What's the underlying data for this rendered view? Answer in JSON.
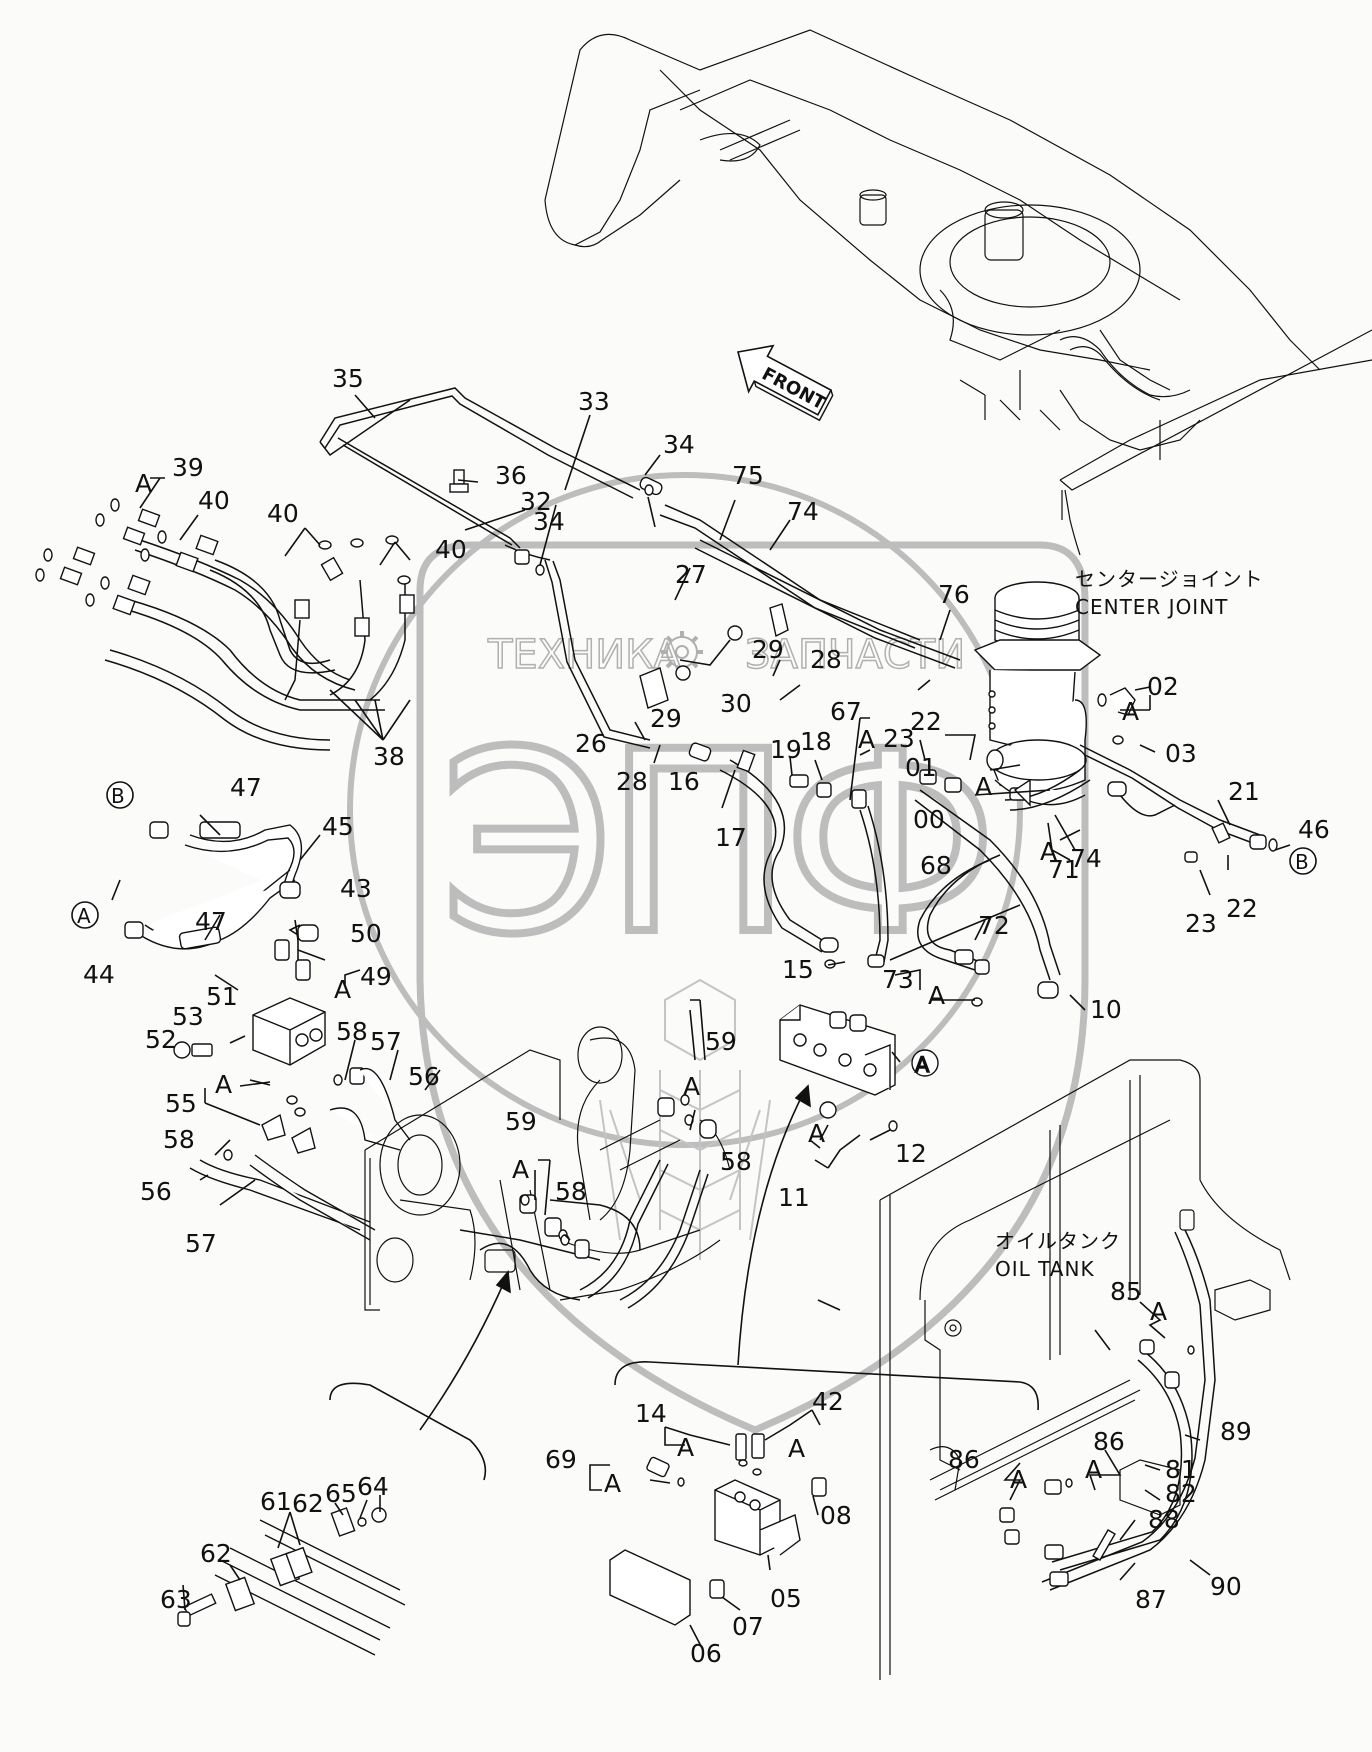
{
  "title": "Hydraulic piping — center joint / oil tank assembly",
  "watermark": {
    "left": "ТЕХНИКА",
    "right": "ЗАПЧАСТИ",
    "logo": "ЭПФ",
    "gear_icon": "gear-icon"
  },
  "annotations": {
    "front": "FRONT",
    "center_joint_jp": "センタージョイント",
    "center_joint_en": "CENTER JOINT",
    "oil_tank_jp": "オイルタンク",
    "oil_tank_en": "OIL TANK"
  },
  "connector_refs": {
    "A": "A",
    "B": "B"
  },
  "part_labels": [
    {
      "id": "p35",
      "text": "35"
    },
    {
      "id": "p33",
      "text": "33"
    },
    {
      "id": "p34a",
      "text": "34"
    },
    {
      "id": "p34b",
      "text": "34"
    },
    {
      "id": "p36",
      "text": "36"
    },
    {
      "id": "p32",
      "text": "32"
    },
    {
      "id": "p39",
      "text": "39"
    },
    {
      "id": "p39a",
      "text": "A"
    },
    {
      "id": "p40a",
      "text": "40"
    },
    {
      "id": "p40b",
      "text": "40"
    },
    {
      "id": "p40c",
      "text": "40"
    },
    {
      "id": "p38",
      "text": "38"
    },
    {
      "id": "p75",
      "text": "75"
    },
    {
      "id": "p74a",
      "text": "74"
    },
    {
      "id": "p27",
      "text": "27"
    },
    {
      "id": "p76",
      "text": "76"
    },
    {
      "id": "p29a",
      "text": "29"
    },
    {
      "id": "p28a",
      "text": "28"
    },
    {
      "id": "p30",
      "text": "30"
    },
    {
      "id": "p29b",
      "text": "29"
    },
    {
      "id": "p26",
      "text": "26"
    },
    {
      "id": "p28b",
      "text": "28"
    },
    {
      "id": "p16",
      "text": "16"
    },
    {
      "id": "p17",
      "text": "17"
    },
    {
      "id": "p19",
      "text": "19"
    },
    {
      "id": "p18",
      "text": "18"
    },
    {
      "id": "p67",
      "text": "67"
    },
    {
      "id": "p67a",
      "text": "A"
    },
    {
      "id": "p23a",
      "text": "23"
    },
    {
      "id": "p22a",
      "text": "22"
    },
    {
      "id": "p01",
      "text": "01"
    },
    {
      "id": "p00",
      "text": "00"
    },
    {
      "id": "p01a",
      "text": "A"
    },
    {
      "id": "p02",
      "text": "02"
    },
    {
      "id": "p02a",
      "text": "A"
    },
    {
      "id": "p03",
      "text": "03"
    },
    {
      "id": "p68",
      "text": "68"
    },
    {
      "id": "p71",
      "text": "71"
    },
    {
      "id": "p71a",
      "text": "A"
    },
    {
      "id": "p74b",
      "text": "74"
    },
    {
      "id": "p21",
      "text": "21"
    },
    {
      "id": "p46",
      "text": "46"
    },
    {
      "id": "p23b",
      "text": "23"
    },
    {
      "id": "p22b",
      "text": "22"
    },
    {
      "id": "p72",
      "text": "72"
    },
    {
      "id": "p15",
      "text": "15"
    },
    {
      "id": "p73",
      "text": "73"
    },
    {
      "id": "p73a",
      "text": "A"
    },
    {
      "id": "p10",
      "text": "10"
    },
    {
      "id": "p12",
      "text": "12"
    },
    {
      "id": "p11",
      "text": "11"
    },
    {
      "id": "p11a",
      "text": "A"
    },
    {
      "id": "p47a",
      "text": "47"
    },
    {
      "id": "p45",
      "text": "45"
    },
    {
      "id": "p43",
      "text": "43"
    },
    {
      "id": "p47b",
      "text": "47"
    },
    {
      "id": "p44",
      "text": "44"
    },
    {
      "id": "p50",
      "text": "50"
    },
    {
      "id": "p49",
      "text": "49"
    },
    {
      "id": "p49a",
      "text": "A"
    },
    {
      "id": "p51",
      "text": "51"
    },
    {
      "id": "p53",
      "text": "53"
    },
    {
      "id": "p52",
      "text": "52"
    },
    {
      "id": "p58a",
      "text": "58"
    },
    {
      "id": "p57a",
      "text": "57"
    },
    {
      "id": "p56a",
      "text": "56"
    },
    {
      "id": "p55",
      "text": "55"
    },
    {
      "id": "p55a",
      "text": "A"
    },
    {
      "id": "p58b",
      "text": "58"
    },
    {
      "id": "p56b",
      "text": "56"
    },
    {
      "id": "p57b",
      "text": "57"
    },
    {
      "id": "p59a",
      "text": "59"
    },
    {
      "id": "p59aa",
      "text": "A"
    },
    {
      "id": "p58c",
      "text": "58"
    },
    {
      "id": "p59b",
      "text": "59"
    },
    {
      "id": "p59ba",
      "text": "A"
    },
    {
      "id": "p58d",
      "text": "58"
    },
    {
      "id": "p14",
      "text": "14"
    },
    {
      "id": "p14a",
      "text": "A"
    },
    {
      "id": "p42",
      "text": "42"
    },
    {
      "id": "p42a",
      "text": "A"
    },
    {
      "id": "p69",
      "text": "69"
    },
    {
      "id": "p69a",
      "text": "A"
    },
    {
      "id": "p08",
      "text": "08"
    },
    {
      "id": "p05",
      "text": "05"
    },
    {
      "id": "p07",
      "text": "07"
    },
    {
      "id": "p06",
      "text": "06"
    },
    {
      "id": "p64",
      "text": "64"
    },
    {
      "id": "p65",
      "text": "65"
    },
    {
      "id": "p62a",
      "text": "62"
    },
    {
      "id": "p61",
      "text": "61"
    },
    {
      "id": "p62b",
      "text": "62"
    },
    {
      "id": "p63",
      "text": "63"
    },
    {
      "id": "p85",
      "text": "85"
    },
    {
      "id": "p85a",
      "text": "A"
    },
    {
      "id": "p86a",
      "text": "86"
    },
    {
      "id": "p86aa",
      "text": "A"
    },
    {
      "id": "p86b",
      "text": "86"
    },
    {
      "id": "p86ba",
      "text": "A"
    },
    {
      "id": "p81",
      "text": "81"
    },
    {
      "id": "p82",
      "text": "82"
    },
    {
      "id": "p88",
      "text": "88"
    },
    {
      "id": "p89",
      "text": "89"
    },
    {
      "id": "p87",
      "text": "87"
    },
    {
      "id": "p90",
      "text": "90"
    }
  ]
}
